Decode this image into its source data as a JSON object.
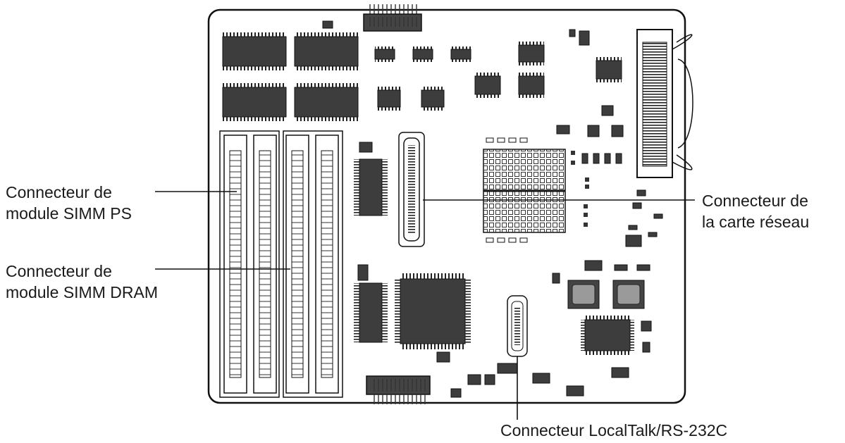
{
  "labels": {
    "simm_ps": [
      "Connecteur de",
      "module SIMM PS"
    ],
    "simm_dram": [
      "Connecteur de",
      "module SIMM DRAM"
    ],
    "network_card": [
      "Connecteur de",
      "la carte réseau"
    ],
    "localtalk": "Connecteur LocalTalk/RS-232C"
  },
  "colors": {
    "board_fill": "#ffffff",
    "board_stroke": "#111111",
    "chip_fill": "#3d3d3d",
    "chip_light": "#9a9a9a",
    "line": "#111111"
  }
}
